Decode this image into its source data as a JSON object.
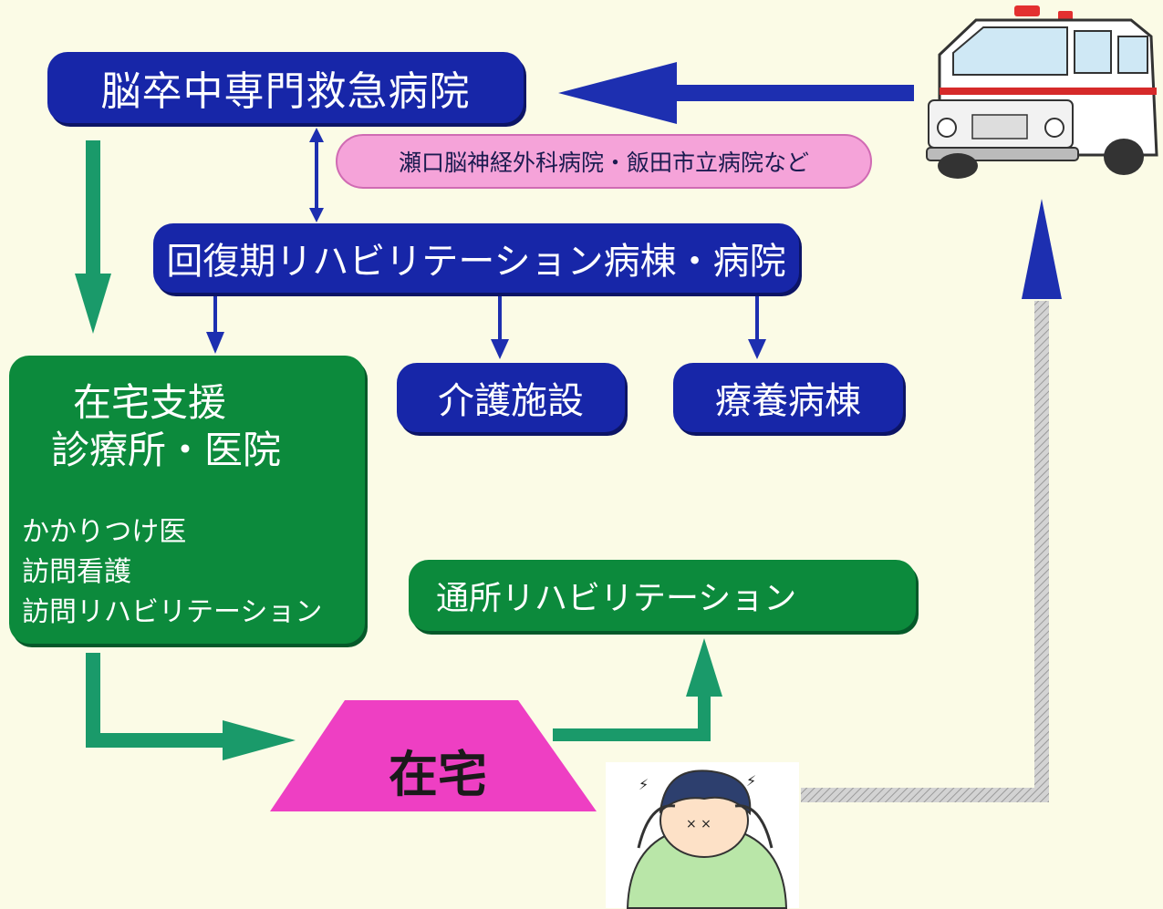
{
  "nodes": {
    "emergency_hospital": "脳卒中専門救急病院",
    "hospital_examples": "瀬口脳神経外科病院・飯田市立病院など",
    "recovery_rehab": "回復期リハビリテーション病棟・病院",
    "care_facility": "介護施設",
    "recuperation_ward": "療養病棟",
    "home_clinic": {
      "title_line1": "在宅支援",
      "title_line2": "診療所・医院",
      "services": [
        "かかりつけ医",
        "訪問看護",
        "訪問リハビリテーション"
      ]
    },
    "day_rehab": "通所リハビリテーション",
    "home": "在宅"
  },
  "colors": {
    "background": "#fbfbe6",
    "blue_box": "#1726a8",
    "green_box": "#0c8a3c",
    "pink_label": "#f5a3d9",
    "home_shape": "#ee3fc3",
    "blue_arrow": "#1d2fb0",
    "green_arrow": "#1a9a6a",
    "gray_path": "#b9b9b9"
  },
  "illustrations": [
    "ambulance-icon",
    "patient-headache-icon"
  ]
}
